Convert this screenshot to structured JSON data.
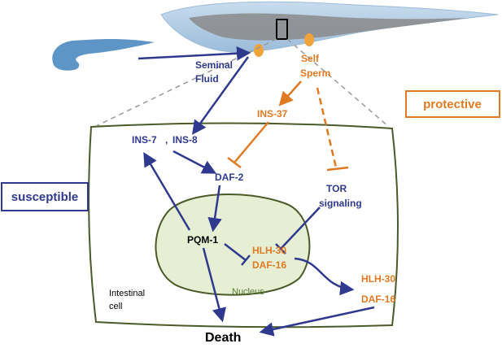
{
  "colors": {
    "blue": "#2f3a8f",
    "orange": "#e07a22",
    "cell_border": "#4a5a28",
    "nucleus_fill": "#e6eed3",
    "worm_body": "#a9c6e0",
    "worm_gut": "#8a8a8a",
    "male_worm": "#5d95c6"
  },
  "labels": {
    "seminal_fluid": [
      "Seminal",
      "Fluid"
    ],
    "self_sperm": [
      "Self",
      "Sperm"
    ],
    "ins37": "INS-37",
    "ins7": "INS-7",
    "comma": ",",
    "ins8": "INS-8",
    "daf2": "DAF-2",
    "tor": [
      "TOR",
      "signaling"
    ],
    "pqm1": "PQM-1",
    "hlh30_nuc": "HLH-30",
    "daf16_nuc": "DAF-16",
    "nucleus": "Nucleus",
    "intestinal": [
      "Intestinal",
      "cell"
    ],
    "hlh30_out": "HLH-30",
    "daf16_out": "DAF-16",
    "death": "Death",
    "protective": "protective",
    "susceptible": "susceptible"
  }
}
